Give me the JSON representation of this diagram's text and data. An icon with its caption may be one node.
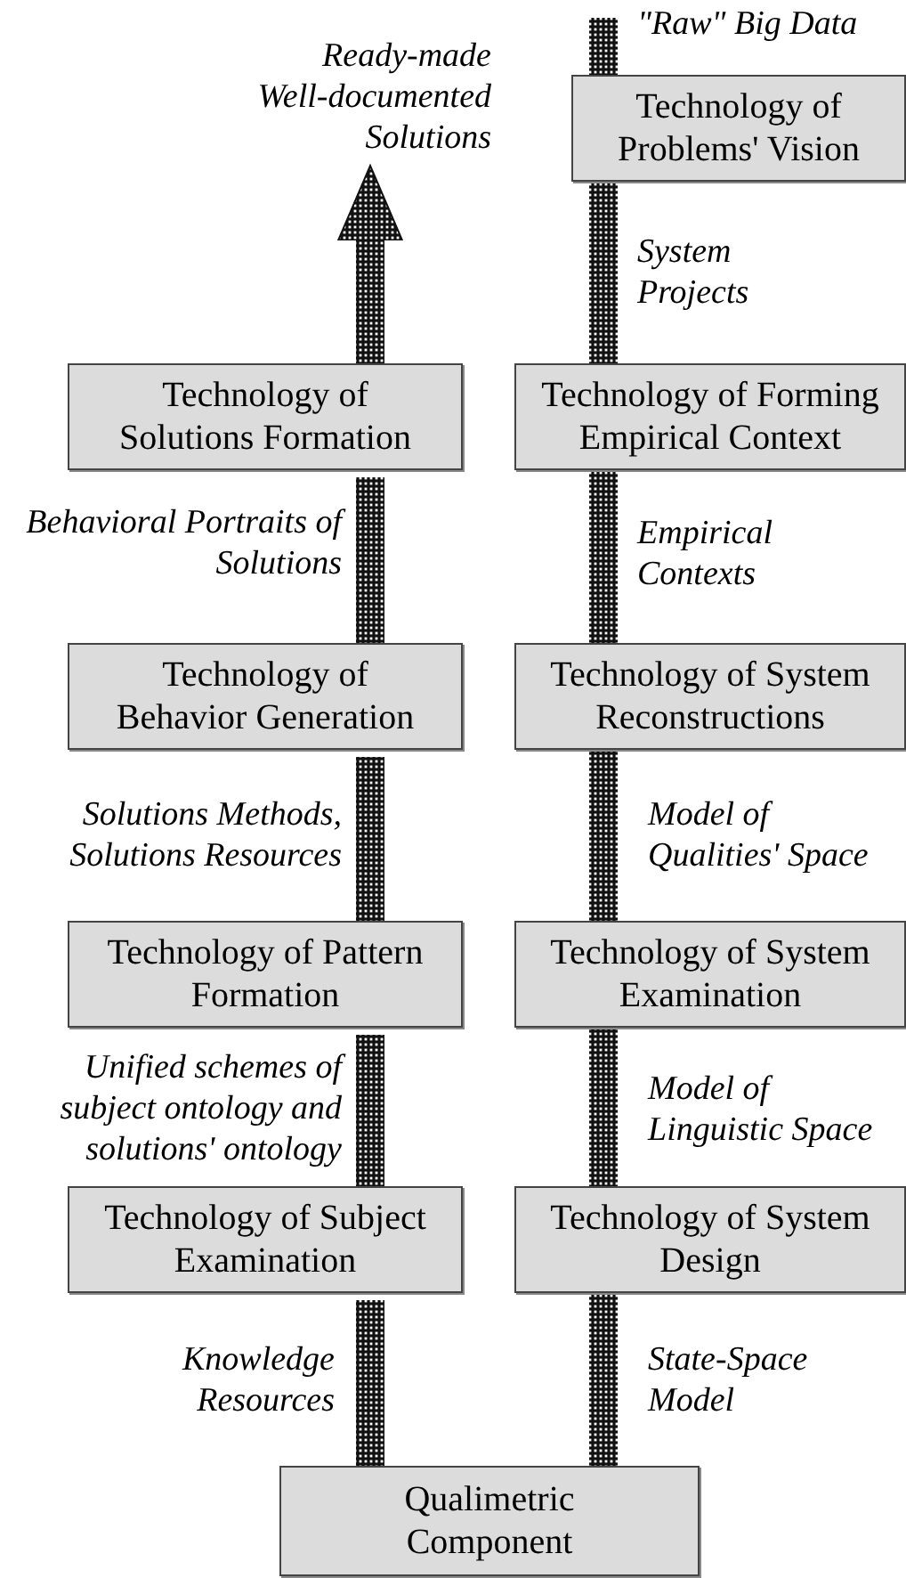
{
  "diagram": {
    "nodes": [
      {
        "text": [
          "Ready-made Well-documented Solutions"
        ]
      },
      {
        "text": [
          "Technology of Problems' Vision"
        ]
      },
      {
        "text": [
          "Technology of Solutions Formation"
        ]
      },
      {
        "text": [
          "Technology of Forming Empirical Context"
        ]
      },
      {
        "text": [
          "Technology of Behavior Generation"
        ]
      },
      {
        "text": [
          "Technology of System Reconstructions"
        ]
      },
      {
        "text": [
          "Technology of Pattern Formation"
        ]
      },
      {
        "text": [
          "Technology of System Examination"
        ]
      },
      {
        "text": [
          "Technology of Subject Examination"
        ]
      },
      {
        "text": [
          "Technology of System Design"
        ]
      },
      {
        "text": [
          "Qualimetric Component"
        ]
      }
    ],
    "edges": [
      {
        "from": null,
        "to": 1,
        "arrow": "none",
        "label": "\"Raw\" Big Data"
      },
      {
        "from": 1,
        "to": 3,
        "arrow": "none",
        "label": "System Projects"
      },
      {
        "from": 3,
        "to": 5,
        "arrow": "none",
        "label": "Empirical Contexts"
      },
      {
        "from": 5,
        "to": 7,
        "arrow": "none",
        "label": "Model of Qualities' Space"
      },
      {
        "from": 7,
        "to": 9,
        "arrow": "none",
        "label": "Model of Linguistic Space"
      },
      {
        "from": 9,
        "to": 10,
        "arrow": "none",
        "label": "State-Space Model"
      },
      {
        "from": 10,
        "to": 8,
        "arrow": "none",
        "label": "Knowledge Resources"
      },
      {
        "from": 8,
        "to": 6,
        "arrow": "none",
        "label": "Unified schemes of subject ontology and solutions' ontology"
      },
      {
        "from": 6,
        "to": 4,
        "arrow": "none",
        "label": "Solutions Methods, Solutions Resources"
      },
      {
        "from": 4,
        "to": 2,
        "arrow": "none",
        "label": "Behavioral Portraits of Solutions"
      },
      {
        "from": 2,
        "to": 0,
        "arrow": "to"
      }
    ]
  }
}
